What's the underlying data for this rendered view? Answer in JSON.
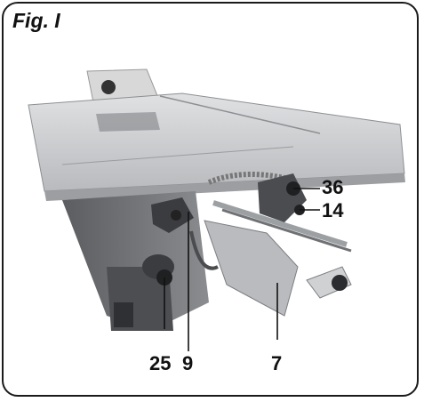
{
  "figure": {
    "title": "Fig. I",
    "labels": {
      "l36": "36",
      "l14": "14",
      "l25": "25",
      "l9": "9",
      "l7": "7"
    },
    "colors": {
      "frame": "#1a1a1a",
      "table_top": "#cfd1d3",
      "base": "#6e7073",
      "dark_part": "#3a3c3f"
    }
  }
}
